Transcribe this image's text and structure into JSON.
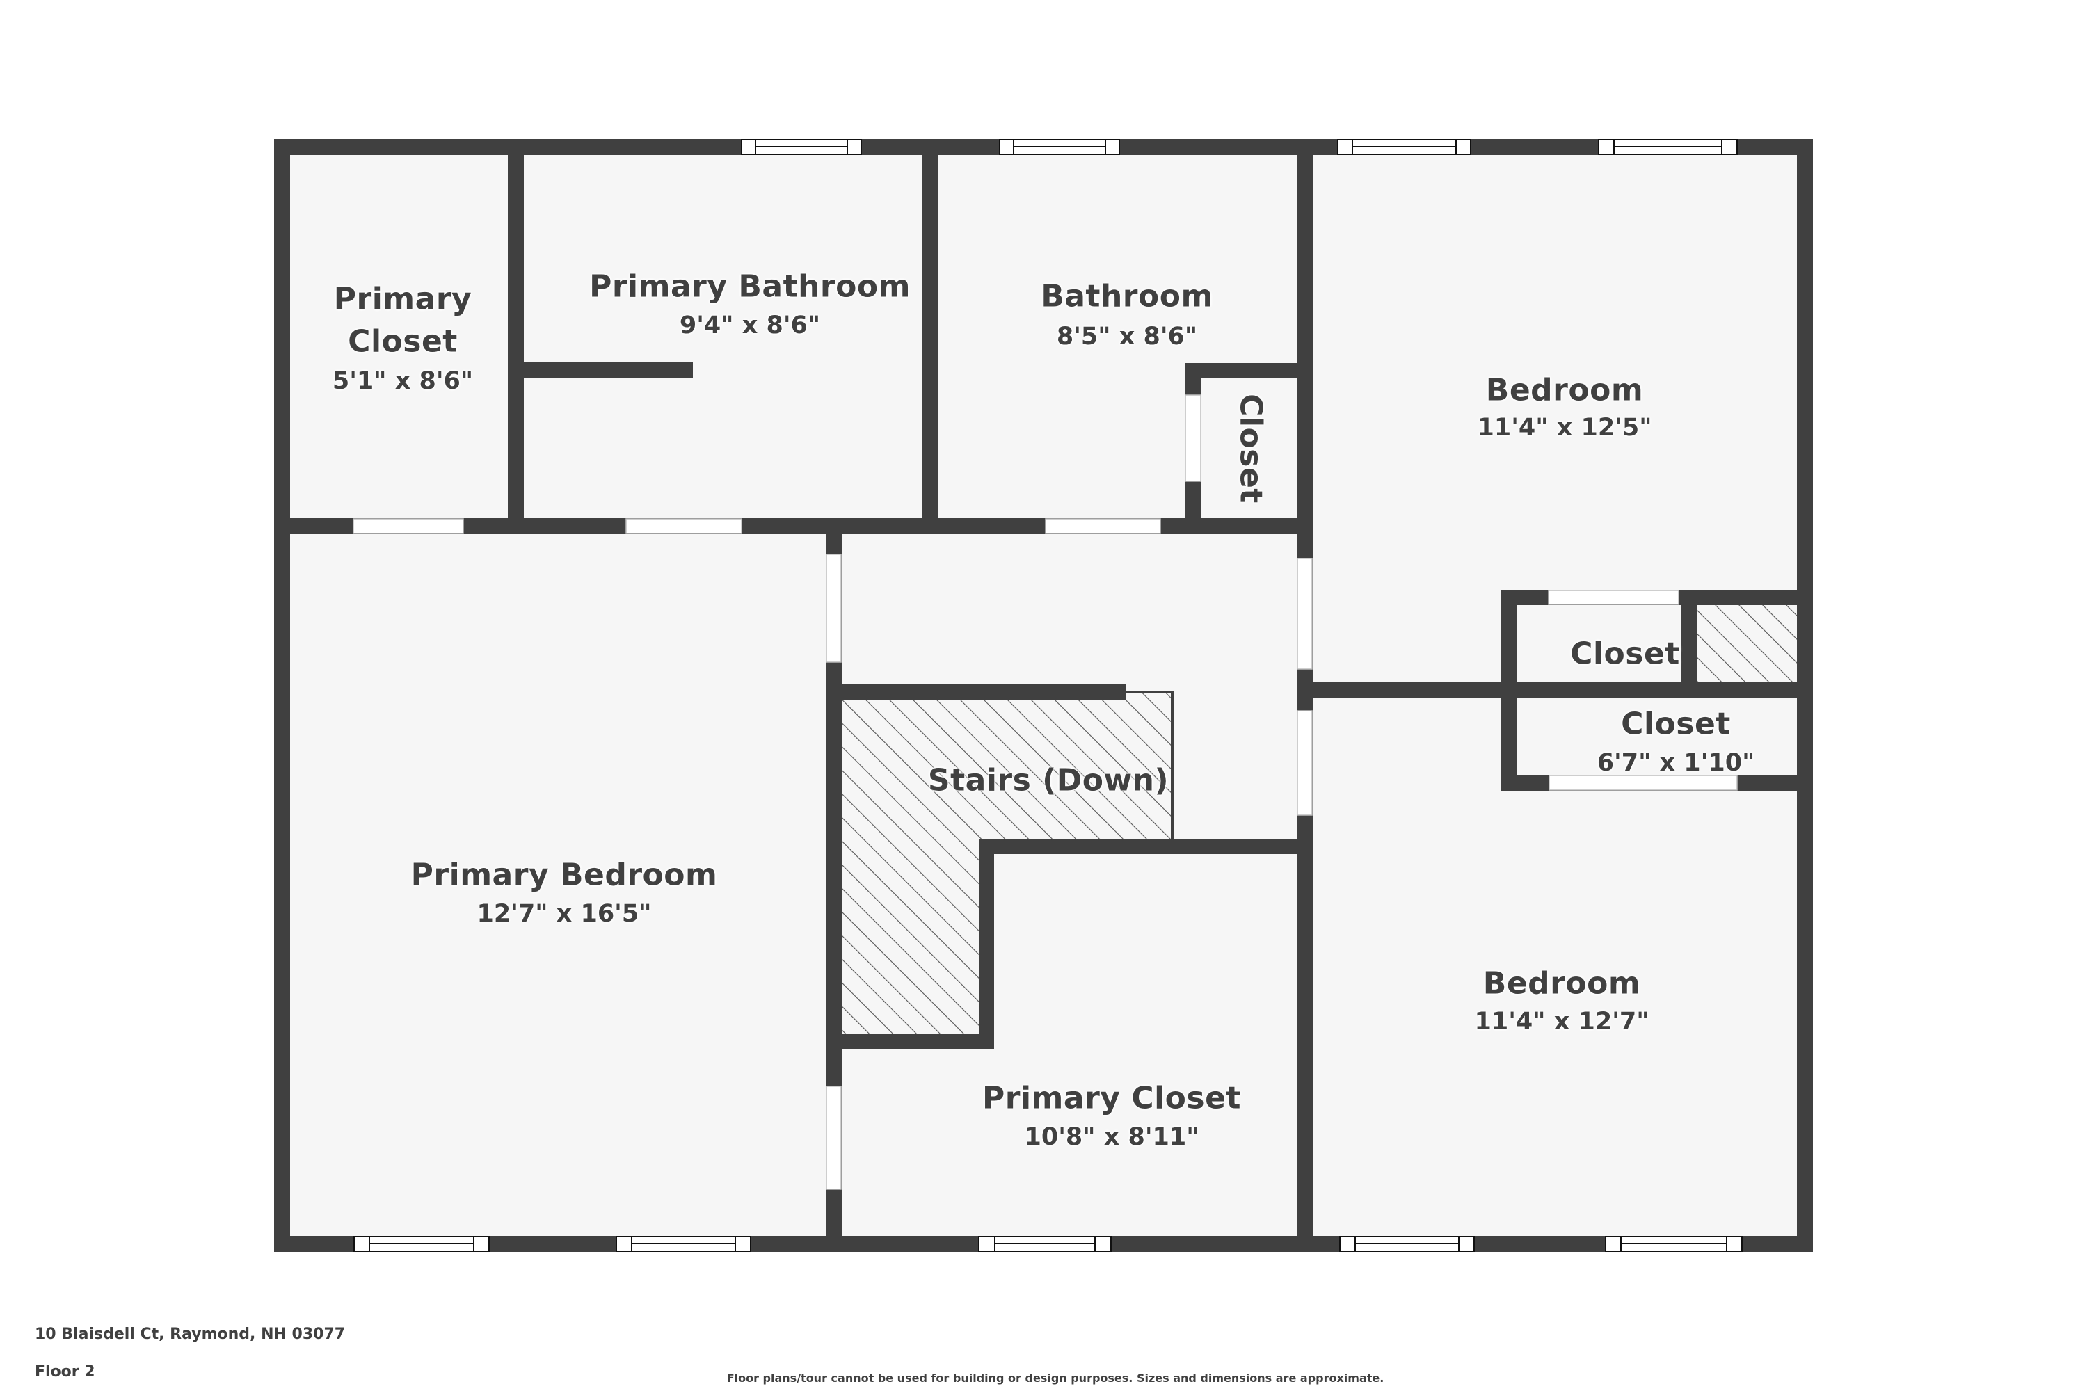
{
  "colors": {
    "wall": "#404040",
    "floor": "#f6f6f6",
    "opening": "#ffffff",
    "text": "#404040",
    "hatch": "#555555"
  },
  "rooms": [
    {
      "id": "primary-closet-top",
      "name_line1": "Primary",
      "name_line2": "Closet",
      "dims": "5'1\" x 8'6\""
    },
    {
      "id": "primary-bathroom",
      "name": "Primary Bathroom",
      "dims": "9'4\" x 8'6\""
    },
    {
      "id": "bathroom",
      "name": "Bathroom",
      "dims": "8'5\" x 8'6\""
    },
    {
      "id": "closet-small-vertical",
      "name": "Closet"
    },
    {
      "id": "bedroom-upper",
      "name": "Bedroom",
      "dims": "11'4\" x 12'5\""
    },
    {
      "id": "closet-upper-right",
      "name": "Closet"
    },
    {
      "id": "closet-lower-right",
      "name": "Closet",
      "dims": "6'7\" x 1'10\""
    },
    {
      "id": "stairs",
      "name": "Stairs (Down)"
    },
    {
      "id": "primary-bedroom",
      "name": "Primary Bedroom",
      "dims": "12'7\" x 16'5\""
    },
    {
      "id": "bedroom-lower",
      "name": "Bedroom",
      "dims": "11'4\" x 12'7\""
    },
    {
      "id": "primary-closet-lower",
      "name": "Primary Closet",
      "dims": "10'8\" x 8'11\""
    }
  ],
  "footer": {
    "address": "10 Blaisdell Ct, Raymond, NH 03077",
    "floor": "Floor 2",
    "disclaimer": "Floor plans/tour cannot be used for building or design purposes. Sizes and dimensions are approximate."
  }
}
